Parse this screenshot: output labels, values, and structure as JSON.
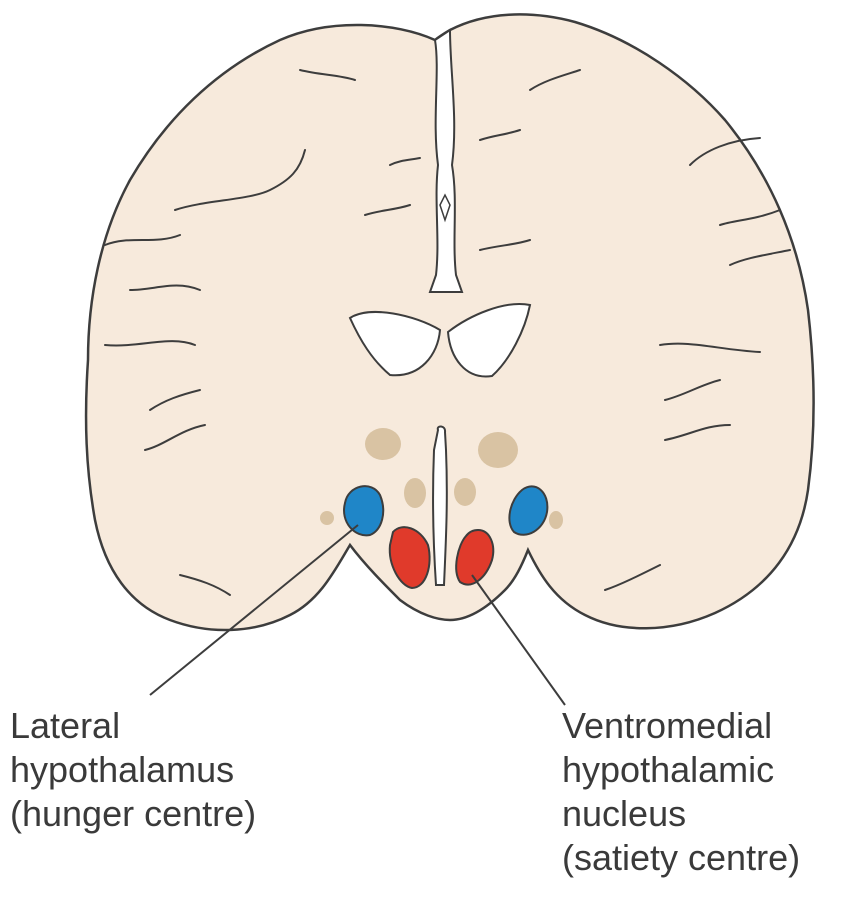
{
  "colors": {
    "brain_fill": "#f7eadc",
    "outline": "#3d3d3d",
    "ventricle": "#ffffff",
    "nucleus_tan": "#d9c3a3",
    "lateral_blue": "#1f86c8",
    "ventromedial_red": "#e03a2b"
  },
  "labels": {
    "lateral": {
      "line1": "Lateral",
      "line2": "hypothalamus",
      "line3": "(hunger centre)"
    },
    "ventromedial": {
      "line1": "Ventromedial",
      "line2": "hypothalamic",
      "line3": "nucleus",
      "line4": "(satiety centre)"
    }
  }
}
